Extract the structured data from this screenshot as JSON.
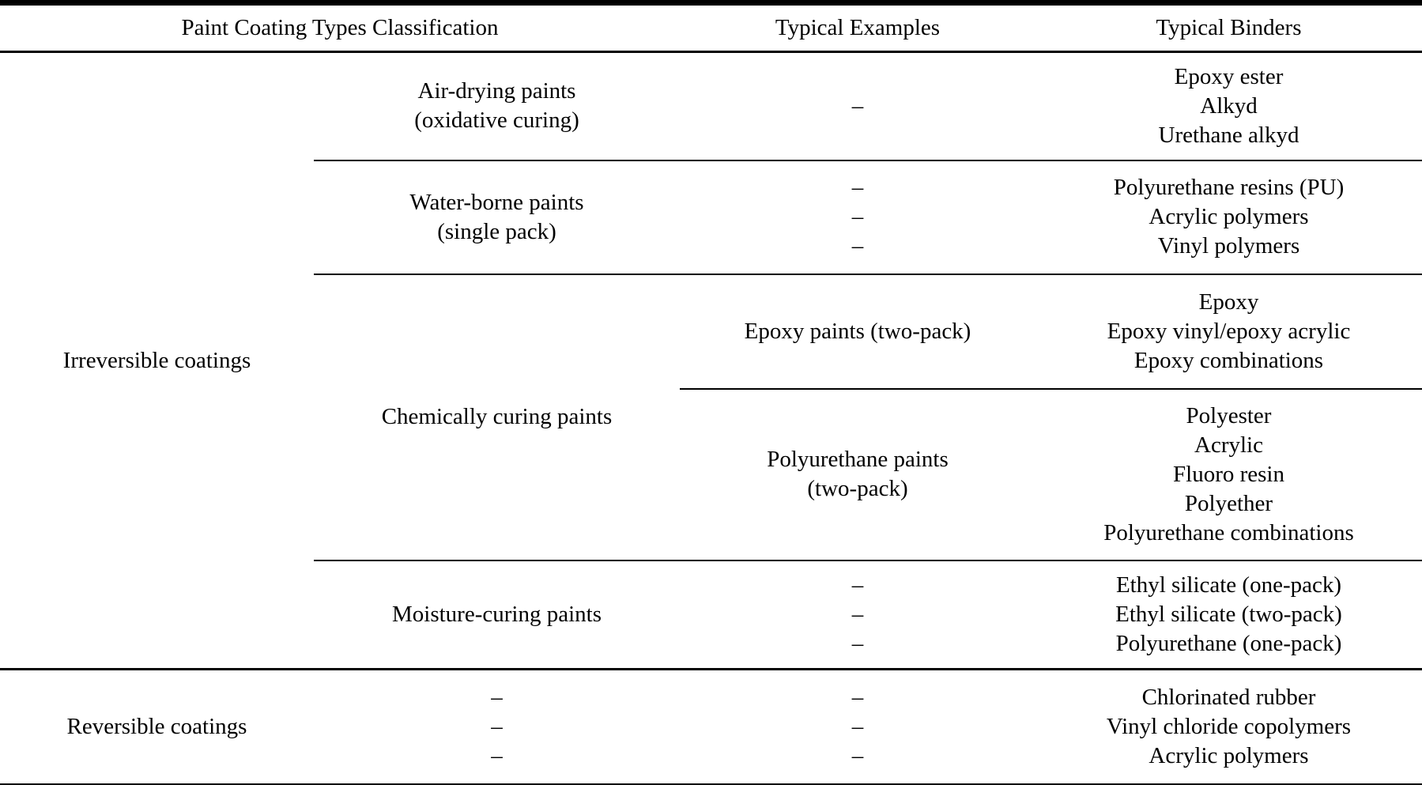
{
  "header": {
    "classification": "Paint Coating Types Classification",
    "examples": "Typical Examples",
    "binders": "Typical Binders"
  },
  "irreversible": {
    "label": "Irreversible coatings",
    "air_drying": {
      "type": [
        "Air-drying paints",
        "(oxidative curing)"
      ],
      "examples": [
        "–"
      ],
      "binders": [
        "Epoxy ester",
        "Alkyd",
        "Urethane alkyd"
      ]
    },
    "water_borne": {
      "type": [
        "Water-borne paints",
        "(single pack)"
      ],
      "examples": [
        "–",
        "–",
        "–"
      ],
      "binders": [
        "Polyurethane resins (PU)",
        "Acrylic polymers",
        "Vinyl polymers"
      ]
    },
    "chemically_curing": {
      "type": "Chemically curing paints",
      "epoxy": {
        "examples": [
          "Epoxy paints (two-pack)"
        ],
        "binders": [
          "Epoxy",
          "Epoxy vinyl/epoxy acrylic",
          "Epoxy combinations"
        ]
      },
      "polyurethane": {
        "examples": [
          "Polyurethane paints",
          "(two-pack)"
        ],
        "binders": [
          "Polyester",
          "Acrylic",
          "Fluoro resin",
          "Polyether",
          "Polyurethane combinations"
        ]
      }
    },
    "moisture_curing": {
      "type": "Moisture-curing paints",
      "examples": [
        "–",
        "–",
        "–"
      ],
      "binders": [
        "Ethyl silicate (one-pack)",
        "Ethyl silicate (two-pack)",
        "Polyurethane (one-pack)"
      ]
    }
  },
  "reversible": {
    "label": "Reversible coatings",
    "type": [
      "–",
      "–",
      "–"
    ],
    "examples": [
      "–",
      "–",
      "–"
    ],
    "binders": [
      "Chlorinated rubber",
      "Vinyl chloride copolymers",
      "Acrylic polymers"
    ]
  }
}
